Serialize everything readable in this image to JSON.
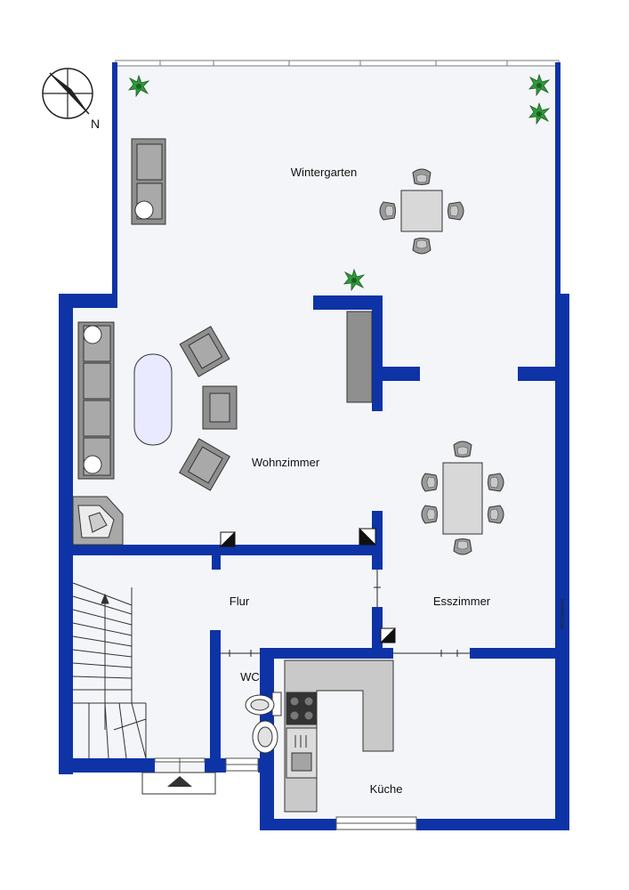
{
  "rooms": {
    "wintergarten": "Wintergarten",
    "wohnzimmer": "Wohnzimmer",
    "flur": "Flur",
    "esszimmer": "Esszimmer",
    "wc": "WC",
    "kueche": "Küche"
  },
  "compass": {
    "north_label": "N"
  },
  "credit": "McGrundriss",
  "colors": {
    "wall": "#0d33a6",
    "floor": "#f4f5f8",
    "furniture": "#8f8f8f",
    "furniture_light": "#d8d8d8",
    "plant": "#2e9b3a"
  }
}
